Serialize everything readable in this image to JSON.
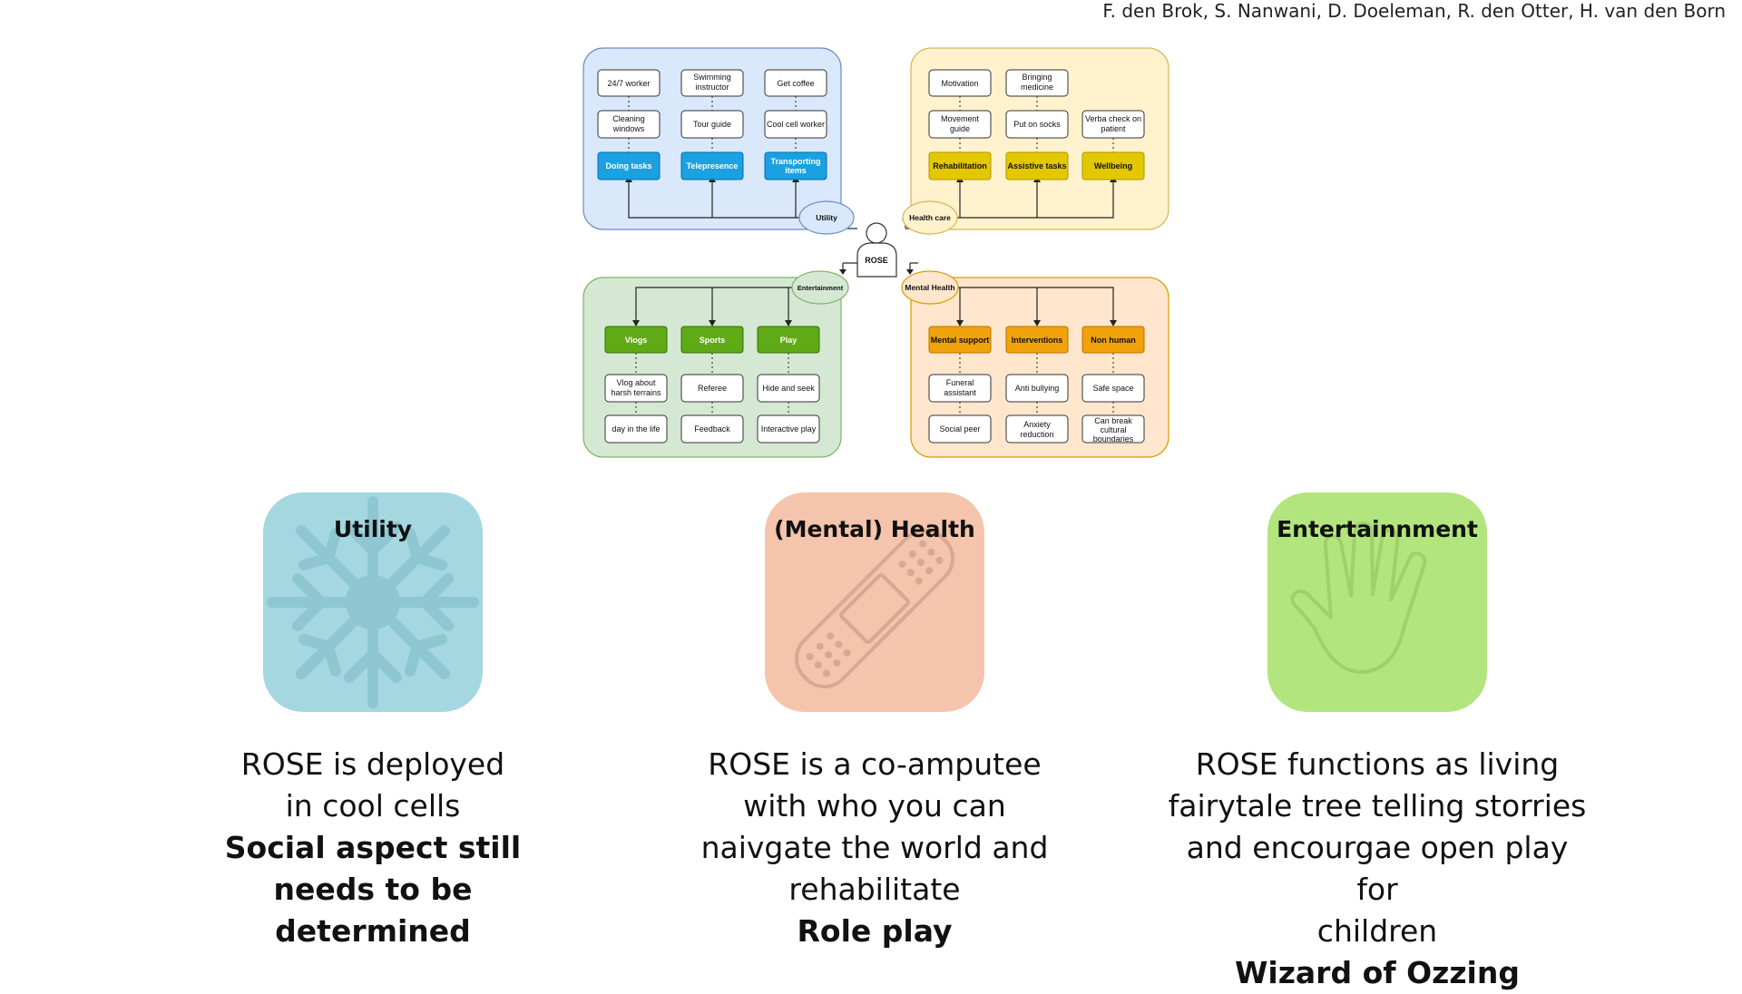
{
  "header": {
    "authors": "F. den Brok, S. Nanwani, D. Doeleman, R. den Otter, H. van den Born"
  },
  "diagram": {
    "center": {
      "label": "ROSE"
    },
    "colors": {
      "utility_bg": "#dae8fc",
      "utility_border": "#6c8ebf",
      "utility_cat": "#1ba1e2",
      "health_bg": "#fff2cc",
      "health_border": "#d6b656",
      "health_cat": "#e3c800",
      "ent_bg": "#d5e8d4",
      "ent_border": "#82b366",
      "ent_cat": "#60a917",
      "mental_bg": "#ffe6cc",
      "mental_border": "#d79b00",
      "mental_cat": "#f0a30a"
    },
    "quadrants": {
      "utility": {
        "label": "Utility",
        "columns": [
          {
            "category": "Doing tasks",
            "items": [
              "24/7 worker",
              "Cleaning windows"
            ]
          },
          {
            "category": "Telepresence",
            "items": [
              "Swimming instructor",
              "Tour guide"
            ]
          },
          {
            "category": "Transporting items",
            "items": [
              "Get coffee",
              "Cool cell worker"
            ]
          }
        ]
      },
      "health": {
        "label": "Health care",
        "columns": [
          {
            "category": "Rehabilitation",
            "items": [
              "Motivation",
              "Movement guide"
            ]
          },
          {
            "category": "Assistive tasks",
            "items": [
              "Bringing medicine",
              "Put on socks"
            ]
          },
          {
            "category": "Wellbeing",
            "items": [
              "",
              "Verba check on patient"
            ]
          }
        ]
      },
      "entertainment": {
        "label": "Entertainment",
        "columns": [
          {
            "category": "Vlogs",
            "items": [
              "Vlog about harsh terrains",
              "day in the life"
            ]
          },
          {
            "category": "Sports",
            "items": [
              "Referee",
              "Feedback"
            ]
          },
          {
            "category": "Play",
            "items": [
              "Hide and seek",
              "Interactive play"
            ]
          }
        ]
      },
      "mental": {
        "label": "Mental Health",
        "columns": [
          {
            "category": "Mental support",
            "items": [
              "Funeral assistant",
              "Social peer"
            ]
          },
          {
            "category": "Interventions",
            "items": [
              "Anti bullying",
              "Anxiety reduction"
            ]
          },
          {
            "category": "Non human",
            "items": [
              "Safe space",
              "Can break cultural boundaries"
            ]
          }
        ]
      }
    }
  },
  "panels": [
    {
      "title": "Utility",
      "color": "#a5d7e0",
      "icon": "snowflake-icon",
      "lines": [
        "ROSE is deployed",
        "in cool cells"
      ],
      "bold_lines": [
        "Social aspect still",
        "needs to be",
        "determined"
      ]
    },
    {
      "title": "(Mental) Health",
      "color": "#f4c4ad",
      "icon": "bandage-icon",
      "lines": [
        "ROSE is a co-amputee",
        "with who you can",
        "naivgate the world and",
        "rehabilitate"
      ],
      "bold_lines": [
        "Role play"
      ]
    },
    {
      "title": "Entertainnment",
      "color": "#b2e57d",
      "icon": "hand-icon",
      "lines": [
        "ROSE functions as  living",
        "fairytale tree telling storries",
        "and encourgae open play for",
        "children"
      ],
      "bold_lines": [
        "Wizard of Ozzing"
      ]
    }
  ]
}
